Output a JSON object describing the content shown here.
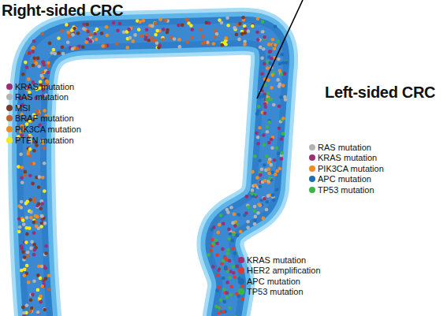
{
  "diagram": {
    "labels": [
      "Right-sided CRC",
      "Left-sided CRC"
    ],
    "legend": [
      {
        "text": "KRAS mutation",
        "color": "#9c2f72"
      },
      {
        "text": "RAS mutation",
        "color": "#b3b3b3"
      },
      {
        "text": "MSI",
        "color": "#7b3a25"
      },
      {
        "text": "BRAF mutation",
        "color": "#c4612e"
      },
      {
        "text": "PIK3CA mutation",
        "color": "#f18a22"
      },
      {
        "text": "PTEN mutation",
        "color": "#f6ea1c"
      },
      {
        "text": "RAS mutation",
        "color": "#b3b3b3"
      },
      {
        "text": "KRAS mutation",
        "color": "#9c2f72"
      },
      {
        "text": "PIK3CA mutation",
        "color": "#f18a22"
      },
      {
        "text": "APC mutation",
        "color": "#1f6db3"
      },
      {
        "text": "TP53 mutation",
        "color": "#3bb54a"
      },
      {
        "text": "KRAS mutation",
        "color": "#9c2f72"
      },
      {
        "text": "HER2 amplification",
        "color": "#e2392e"
      },
      {
        "text": "APC mutation",
        "color": "#1f6db3"
      },
      {
        "text": "TP53 mutation",
        "color": "#3bb54a"
      }
    ]
  }
}
